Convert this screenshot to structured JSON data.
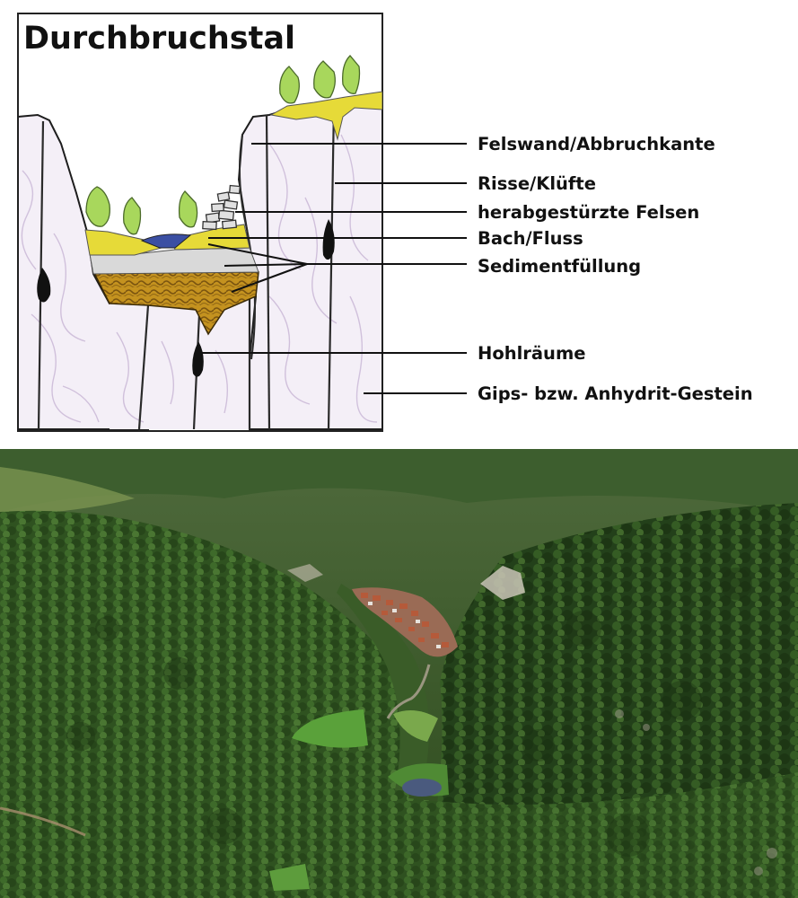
{
  "title": "Durchbruchstal",
  "labels": {
    "felswand": "Felswand/Abbruchkante",
    "risse": "Risse/Klüfte",
    "felsen": "herabgestürzte Felsen",
    "bach": "Bach/Fluss",
    "sediment": "Sedimentfüllung",
    "hohlraeume": "Hohlräume",
    "gestein": "Gips- bzw. Anhydrit-Gestein"
  },
  "colors": {
    "rock": "#f3eef6",
    "rock_vein": "#c8b8d4",
    "grass_yellow": "#e4d83a",
    "tree_green": "#a6d65a",
    "water": "#3a4fa0",
    "sediment_grey": "#d8d8d8",
    "sediment_brown": "#b8861e",
    "forest_dark": "#254218",
    "forest_mid": "#3c6128",
    "meadow": "#5fa23a"
  }
}
